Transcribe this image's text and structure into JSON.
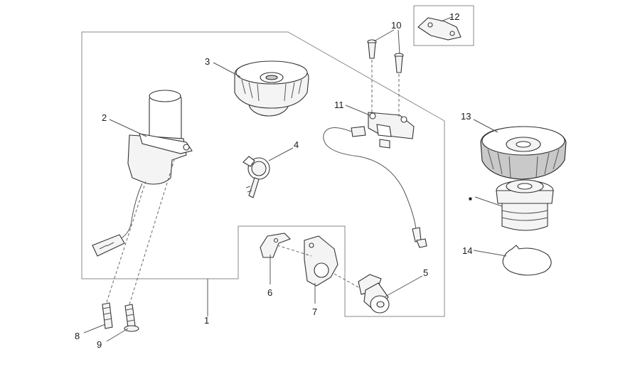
{
  "callouts": [
    {
      "id": "1",
      "label": "1"
    },
    {
      "id": "2",
      "label": "2"
    },
    {
      "id": "3",
      "label": "3"
    },
    {
      "id": "4",
      "label": "4"
    },
    {
      "id": "5",
      "label": "5"
    },
    {
      "id": "6",
      "label": "6"
    },
    {
      "id": "7",
      "label": "7"
    },
    {
      "id": "8",
      "label": "8"
    },
    {
      "id": "9",
      "label": "9"
    },
    {
      "id": "10",
      "label": "10"
    },
    {
      "id": "11",
      "label": "11"
    },
    {
      "id": "12",
      "label": "12"
    },
    {
      "id": "13",
      "label": "13"
    },
    {
      "id": "14",
      "label": "14"
    }
  ],
  "marker": "■",
  "colors": {
    "line": "#555555",
    "part": "#f4f4f4",
    "text": "#1a1a1a"
  }
}
